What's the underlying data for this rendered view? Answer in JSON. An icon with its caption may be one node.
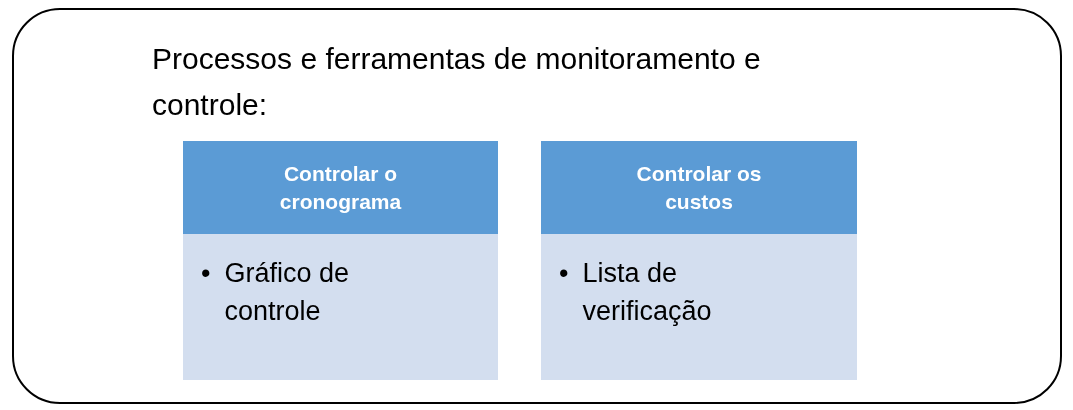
{
  "diagram": {
    "nodes": [
      {
        "text": [
          "Processos e ferramentas de monitoramento e controle:"
        ]
      },
      {
        "text": [
          "Controlar o cronograma",
          "•",
          "Gráfico de controle"
        ],
        "in": 0
      },
      {
        "text": [
          "Controlar os custos",
          "•",
          "Lista de verificação"
        ],
        "in": 0
      }
    ],
    "edges": []
  }
}
